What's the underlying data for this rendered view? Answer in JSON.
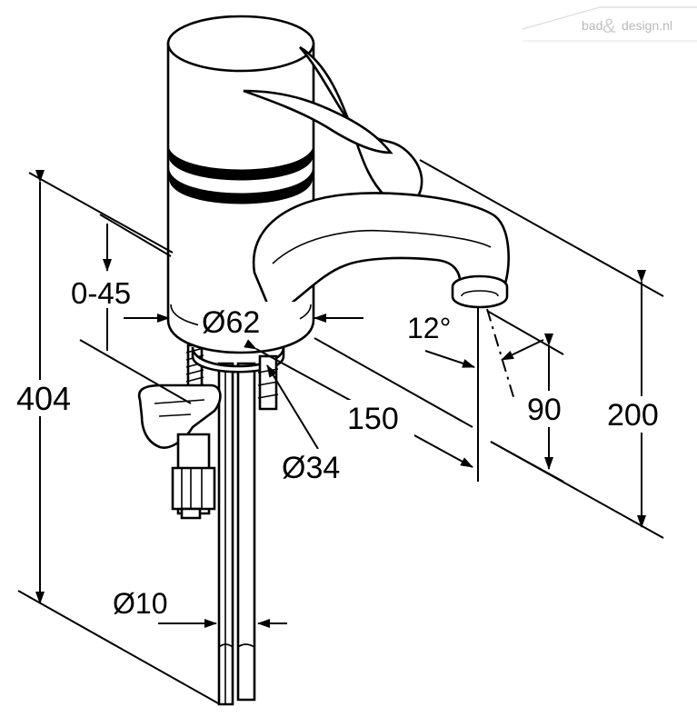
{
  "watermark": {
    "left": "bad",
    "amp": "&",
    "right": "design.nl"
  },
  "dimensions": {
    "total_height": "404",
    "deck_thickness": "0-45",
    "body_diameter": "Ø62",
    "spout_angle": "12°",
    "spout_reach": "150",
    "base_diameter": "Ø34",
    "outlet_height": "90",
    "top_height": "200",
    "hose_diameter": "Ø10"
  },
  "colors": {
    "line": "#000000",
    "watermark": "#b9b9b9",
    "background": "#ffffff"
  }
}
